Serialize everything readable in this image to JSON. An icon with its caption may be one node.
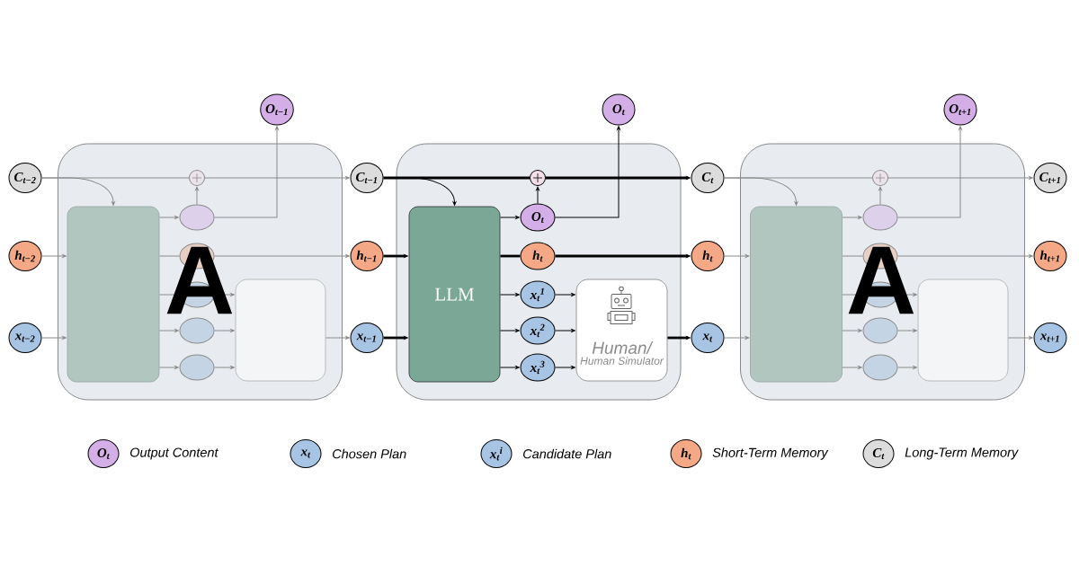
{
  "diagram": {
    "nodes": [
      {
        "text": [
          "O$_{t−1}$"
        ]
      },
      {
        "text": [
          "O$_{t}$"
        ]
      },
      {
        "text": [
          "O$_{t+1}$"
        ]
      },
      {
        "text": [
          "C$_{t−2}$"
        ]
      },
      {
        "text": [
          "h$_{t−2}$"
        ]
      },
      {
        "text": [
          "x$_{t−2}$"
        ]
      },
      {
        "text": [],
        "shape": "box"
      },
      {
        "text": [],
        "shape": "circle",
        "in": 6
      },
      {
        "text": [],
        "shape": "box",
        "in": 6
      },
      {
        "text": [],
        "shape": "ellipse",
        "in": 6
      },
      {
        "text": [],
        "shape": "ellipse",
        "in": 6
      },
      {
        "text": [],
        "shape": "ellipse",
        "in": 6
      },
      {
        "text": [],
        "shape": "ellipse",
        "in": 6
      },
      {
        "text": [],
        "shape": "ellipse",
        "in": 6
      },
      {
        "text": [],
        "shape": "box",
        "in": 6
      },
      {
        "text": [
          "C$_{t−1}$"
        ]
      },
      {
        "text": [
          "h$_{t−1}$"
        ]
      },
      {
        "text": [
          "x$_{t−1}$"
        ]
      },
      {
        "text": [],
        "shape": "box"
      },
      {
        "text": [],
        "shape": "circle",
        "in": 18
      },
      {
        "text": [
          "LLM"
        ],
        "in": 18
      },
      {
        "text": [
          "O$_{t}$"
        ],
        "in": 18
      },
      {
        "text": [
          "h$_{t}$"
        ],
        "in": 18
      },
      {
        "text": [
          "x$_{t}$$^{1}$"
        ],
        "in": 18
      },
      {
        "text": [
          "x$_{t}$$^{2}$"
        ],
        "in": 18
      },
      {
        "text": [
          "x$_{t}$$^{3}$"
        ],
        "in": 18
      },
      {
        "text": [
          "Human/",
          "Human Simulator"
        ],
        "in": 18
      },
      {
        "text": [
          "C$_{t}$"
        ]
      },
      {
        "text": [
          "h$_{t}$"
        ]
      },
      {
        "text": [
          "x$_{t}$"
        ]
      },
      {
        "text": [],
        "shape": "box"
      },
      {
        "text": [],
        "shape": "circle",
        "in": 30
      },
      {
        "text": [],
        "shape": "box",
        "in": 30
      },
      {
        "text": [],
        "shape": "ellipse",
        "in": 30
      },
      {
        "text": [],
        "shape": "ellipse",
        "in": 30
      },
      {
        "text": [],
        "shape": "ellipse",
        "in": 30
      },
      {
        "text": [],
        "shape": "ellipse",
        "in": 30
      },
      {
        "text": [],
        "shape": "ellipse",
        "in": 30
      },
      {
        "text": [],
        "shape": "box",
        "in": 30
      },
      {
        "text": [
          "C$_{t+1}$"
        ]
      },
      {
        "text": [
          "h$_{t+1}$"
        ]
      },
      {
        "text": [
          "x$_{t+1}$"
        ]
      },
      {
        "text": [
          "O$_{t}$"
        ],
        "beside": [
          "Output Content"
        ]
      },
      {
        "text": [
          "x$_{t}$"
        ],
        "beside": [
          "Chosen Plan"
        ]
      },
      {
        "text": [
          "x$_{t}$$^{i}$"
        ],
        "beside": [
          "Candidate Plan"
        ]
      },
      {
        "text": [
          "h$_{t}$"
        ],
        "beside": [
          "Short-Term Memory"
        ]
      },
      {
        "text": [
          "C$_{t}$"
        ],
        "beside": [
          "Long-Term Memory"
        ]
      }
    ],
    "edges": [
      {
        "from": 3,
        "to": 7,
        "arrow": "none"
      },
      {
        "from": 7,
        "to": 15,
        "arrow": "to"
      },
      {
        "from": 3,
        "to": 8,
        "arrow": "to"
      },
      {
        "from": 4,
        "to": 8,
        "arrow": "to"
      },
      {
        "from": 5,
        "to": 8,
        "arrow": "to"
      },
      {
        "from": 8,
        "to": 9,
        "arrow": "to"
      },
      {
        "from": 8,
        "to": 10,
        "arrow": "none"
      },
      {
        "from": 8,
        "to": 11,
        "arrow": "none"
      },
      {
        "from": 8,
        "to": 12,
        "arrow": "to"
      },
      {
        "from": 8,
        "to": 13,
        "arrow": "to"
      },
      {
        "from": 9,
        "to": 7,
        "arrow": "to"
      },
      {
        "from": 9,
        "to": 0,
        "arrow": "to"
      },
      {
        "from": 10,
        "to": 16,
        "arrow": "to"
      },
      {
        "from": 11,
        "to": 14,
        "arrow": "to"
      },
      {
        "from": 12,
        "to": 14,
        "arrow": "to"
      },
      {
        "from": 13,
        "to": 14,
        "arrow": "to"
      },
      {
        "from": 14,
        "to": 17,
        "arrow": "to"
      },
      {
        "from": 15,
        "to": 19,
        "arrow": "none",
        "style": "thick",
        "color": "#000000"
      },
      {
        "from": 19,
        "to": 27,
        "arrow": "to",
        "style": "thick",
        "color": "#000000"
      },
      {
        "from": 15,
        "to": 20,
        "arrow": "to",
        "color": "#000000"
      },
      {
        "from": 16,
        "to": 20,
        "arrow": "to",
        "style": "thick",
        "color": "#000000"
      },
      {
        "from": 17,
        "to": 20,
        "arrow": "to",
        "style": "thick",
        "color": "#000000"
      },
      {
        "from": 20,
        "to": 21,
        "arrow": "to",
        "color": "#000000"
      },
      {
        "from": 20,
        "to": 22,
        "arrow": "none",
        "style": "thick",
        "color": "#000000"
      },
      {
        "from": 20,
        "to": 23,
        "arrow": "to",
        "color": "#000000"
      },
      {
        "from": 20,
        "to": 24,
        "arrow": "to",
        "color": "#000000"
      },
      {
        "from": 20,
        "to": 25,
        "arrow": "to",
        "color": "#000000"
      },
      {
        "from": 21,
        "to": 19,
        "arrow": "to",
        "color": "#000000"
      },
      {
        "from": 21,
        "to": 1,
        "arrow": "to",
        "color": "#000000"
      },
      {
        "from": 22,
        "to": 28,
        "arrow": "to",
        "style": "thick",
        "color": "#000000"
      },
      {
        "from": 23,
        "to": 26,
        "arrow": "to",
        "color": "#000000"
      },
      {
        "from": 24,
        "to": 26,
        "arrow": "to",
        "color": "#000000"
      },
      {
        "from": 25,
        "to": 26,
        "arrow": "to",
        "color": "#000000"
      },
      {
        "from": 26,
        "to": 29,
        "arrow": "to",
        "style": "thick",
        "color": "#000000"
      },
      {
        "from": 27,
        "to": 31,
        "arrow": "none"
      },
      {
        "from": 31,
        "to": 39,
        "arrow": "to"
      },
      {
        "from": 27,
        "to": 32,
        "arrow": "to"
      },
      {
        "from": 28,
        "to": 32,
        "arrow": "to"
      },
      {
        "from": 29,
        "to": 32,
        "arrow": "to"
      },
      {
        "from": 32,
        "to": 33,
        "arrow": "to"
      },
      {
        "from": 32,
        "to": 34,
        "arrow": "none"
      },
      {
        "from": 32,
        "to": 35,
        "arrow": "none"
      },
      {
        "from": 32,
        "to": 36,
        "arrow": "to"
      },
      {
        "from": 32,
        "to": 37,
        "arrow": "to"
      },
      {
        "from": 33,
        "to": 31,
        "arrow": "to"
      },
      {
        "from": 33,
        "to": 2,
        "arrow": "to"
      },
      {
        "from": 34,
        "to": 40,
        "arrow": "to"
      },
      {
        "from": 35,
        "to": 38,
        "arrow": "to"
      },
      {
        "from": 36,
        "to": 38,
        "arrow": "to"
      },
      {
        "from": 37,
        "to": 38,
        "arrow": "to"
      },
      {
        "from": 38,
        "to": 41,
        "arrow": "to"
      }
    ],
    "labels": [
      "A",
      "A"
    ]
  }
}
